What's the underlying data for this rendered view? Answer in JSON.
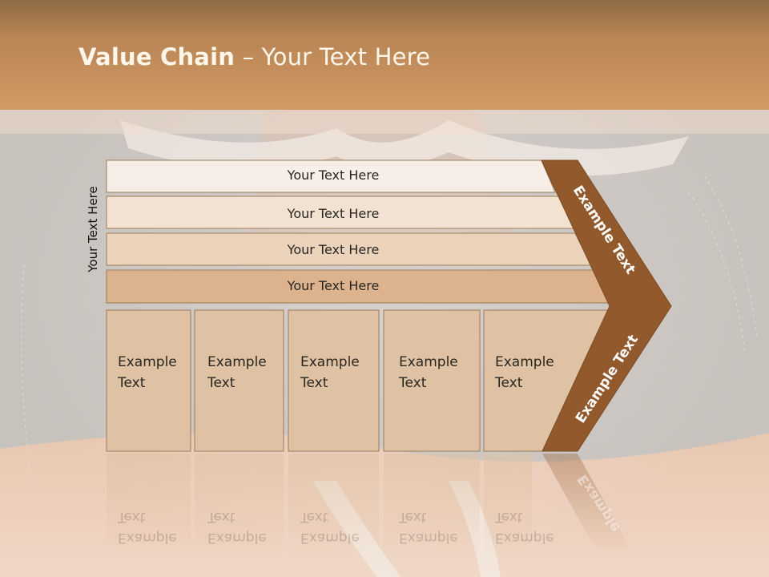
{
  "slide": {
    "title_bold": "Value Chain",
    "title_rest": " – Your Text Here",
    "side_label": "Your Text Here",
    "rows": [
      "Your Text Here",
      "Your Text Here",
      "Your Text Here",
      "Your Text Here"
    ],
    "cells": [
      {
        "line1": "Example",
        "line2": "Text"
      },
      {
        "line1": "Example",
        "line2": "Text"
      },
      {
        "line1": "Example",
        "line2": "Text"
      },
      {
        "line1": "Example",
        "line2": "Text"
      },
      {
        "line1": "Example",
        "line2": "Text"
      }
    ],
    "arrow_top": "Example Text",
    "arrow_bottom": "Example Text",
    "arrow_reflection": "Example"
  },
  "colors": {
    "header": "#c9905e",
    "row1": "#f7efe7",
    "row2": "#f2e2d2",
    "row3": "#ead2bb",
    "row4": "#dcb38d",
    "cell": "#dfc1a3",
    "arrow": "#925a2c"
  }
}
